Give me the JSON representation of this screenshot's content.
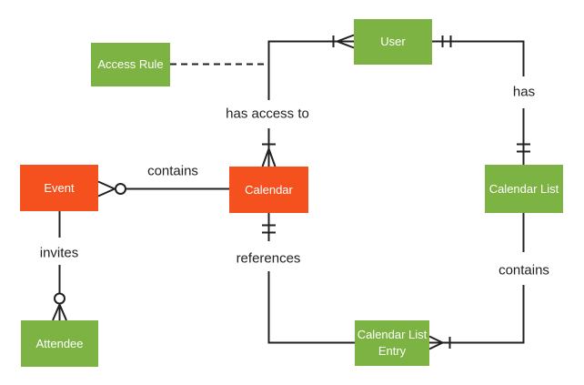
{
  "diagram": {
    "type": "entity-relationship-diagram",
    "entities": [
      {
        "id": "event",
        "label": "Event",
        "color_role": "orange"
      },
      {
        "id": "calendar",
        "label": "Calendar",
        "color_role": "orange"
      },
      {
        "id": "user",
        "label": "User",
        "color_role": "green"
      },
      {
        "id": "access-rule",
        "label": "Access Rule",
        "color_role": "green"
      },
      {
        "id": "calendar-list",
        "label": "Calendar List",
        "color_role": "green"
      },
      {
        "id": "attendee",
        "label": "Attendee",
        "color_role": "green"
      },
      {
        "id": "calendar-list-entry",
        "label": "Calendar List Entry",
        "color_role": "green"
      }
    ],
    "relationships": [
      {
        "label": "contains",
        "from": "Event",
        "to": "Calendar",
        "from_marker": "zero-or-many",
        "to_marker": "none",
        "style": "solid"
      },
      {
        "label": "has access to",
        "from": "Calendar",
        "to": "User",
        "from_marker": "one-or-many",
        "to_marker": "one-or-many",
        "style": "solid"
      },
      {
        "label": "has",
        "from": "User",
        "to": "Calendar List",
        "from_marker": "exactly-one",
        "to_marker": "exactly-one",
        "style": "solid"
      },
      {
        "label": "references",
        "from": "Calendar",
        "to": "Calendar List Entry",
        "from_marker": "exactly-one",
        "to_marker": "none",
        "style": "solid"
      },
      {
        "label": "contains",
        "from": "Calendar List",
        "to": "Calendar List Entry",
        "from_marker": "none",
        "to_marker": "one-or-many",
        "style": "solid"
      },
      {
        "label": "invites",
        "from": "Event",
        "to": "Attendee",
        "from_marker": "none",
        "to_marker": "zero-or-many",
        "style": "solid"
      },
      {
        "label": "",
        "from": "Access Rule",
        "to": "has-access-to-relationship",
        "from_marker": "none",
        "to_marker": "none",
        "style": "dashed"
      }
    ],
    "colors": {
      "entity_orange": "#F4511E",
      "entity_green": "#7CB342",
      "entity_text": "#FFFFFF",
      "connector": "#212121",
      "label_text": "#212121",
      "background": "#FFFFFF"
    }
  }
}
